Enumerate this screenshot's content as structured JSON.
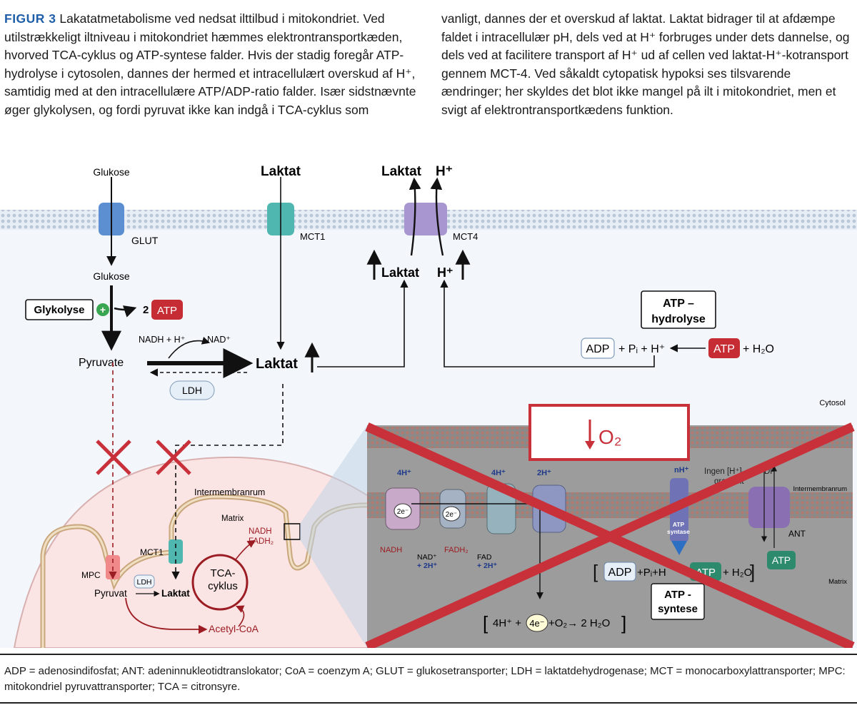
{
  "caption": {
    "label": "FIGUR 3",
    "left": " Lakatatmetabolisme ved nedsat ilttilbud i mitokondriet. Ved utilstrækkeligt iltniveau i mitokondriet hæmmes elektron­transportkæden, hvorved TCA-cyklus og ATP-syntese falder. Hvis der stadig foregår ATP-hydrolyse i cytosolen, dannes der hermed et intracellulært overskud af H⁺, samtidig med at den intracellulære ATP/ADP-ratio falder. Især sidstnævnte øger glykolysen, og fordi pyruvat ikke kan indgå i TCA-cyklus som",
    "right": "vanligt, dannes der et overskud af laktat. Laktat bidrager til at afdæmpe faldet i intracellulær pH, dels ved at H⁺ forbruges under dets dannelse, og dels ved at facilitere transport af H⁺ ud af cellen ved laktat-H⁺-kotransport gennem MCT-4. Ved såkaldt cytopatisk hypoksi ses tilsvarende ændringer; her skyldes det blot ikke mangel på ilt i mitokondriet, men et svigt af elektron­transportkædens funktion."
  },
  "diagram": {
    "glucose_top": "Glukose",
    "glut": "GLUT",
    "glucose_mid": "Glukose",
    "glycolysis": "Glykolyse",
    "plus": "+",
    "atp_two": "2",
    "atp": "ATP",
    "pyruvate": "Pyruvate",
    "nadh_h": "NADH + H⁺",
    "nad": "NAD⁺",
    "lactate_main": "Laktat",
    "ldh": "LDH",
    "lactate_top": "Laktat",
    "mct1": "MCT1",
    "lactate_out": "Laktat",
    "h_out": "H⁺",
    "mct4": "MCT4",
    "lactate_in": "Laktat",
    "h_in": "H⁺",
    "atp_hydrolysis": "ATP –\nhydrolyse",
    "adp_pi_h": "ADP",
    "adp_rest": "+ Pᵢ + H⁺",
    "atp_hyd_box": "ATP",
    "h2o": "+ H₂O",
    "cytosol": "Cytosol",
    "intermembrane": "Intermembranrum",
    "matrix": "Matrix",
    "nadh_fadh2": "NADH\nFADH₂",
    "mct1_mito": "MCT1",
    "mpc": "MPC",
    "ldh_mito": "LDH",
    "pyruvat_mito": "Pyruvat",
    "laktat_mito": "Laktat",
    "tca": "TCA-\ncyklus",
    "acetyl": "Acetyl-CoA",
    "o2_down": "O₂",
    "inset": {
      "h4a": "4H⁺",
      "h4b": "4H⁺",
      "h2": "2H⁺",
      "nh": "nH⁺",
      "ingen": "Ingen [H⁺]-",
      "gradient": "gradient",
      "dp": "DP",
      "intermembranrum": "Intermembranrum",
      "e2a": "2e⁻",
      "e2b": "2e⁻",
      "nadh": "NADH",
      "nad2h": "NAD⁺\n+ 2H⁺",
      "fadh2": "FADH₂",
      "fad2h": "FAD\n+ 2H⁺",
      "atp_syntase": "ATP\nsyntase",
      "ant": "ANT",
      "atp_small": "ATP",
      "adp_eq_a": "ADP",
      "adp_eq_b": "+Pᵢ+H",
      "adp_eq_atp": "ATP",
      "adp_eq_c": "+ H₂O",
      "matrix": "Matrix",
      "atp_syntese": "ATP -\nsyntese",
      "eq_4h": "4H⁺ +",
      "eq_4e": "4e⁻",
      "eq_rest": "+O₂→ 2 H₂O"
    }
  },
  "footnote": "ADP = adenosindifosfat; ANT: adeninnukleotidtranslokator; CoA = coenzym A; GLUT = glukosetransporter; LDH = laktatdehydrogenase; MCT = monocarboxylattransporter; MPC: mitokondriel pyruvattransporter; TCA = citronsyre.",
  "colors": {
    "caption_label": "#1f5fa8",
    "membrane": "#c9d6e6",
    "cytosol": "#f2f6fb",
    "mito": "#fbe4e4",
    "cross": "#c8303a",
    "atp_red": "#c62c33",
    "inset_gray": "#9a9a9a",
    "glut": "#5b8fd1",
    "mct1": "#4fb7b0",
    "mct4": "#a796cf"
  }
}
